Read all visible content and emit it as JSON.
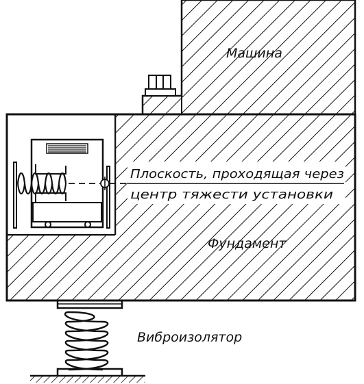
{
  "labels": {
    "machine": "Машина",
    "foundation": "Фундамент",
    "isolator": "Виброизолятор",
    "plane_line1": "Плоскость, проходящая через",
    "plane_line2": "центр тяжести установки"
  },
  "colors": {
    "ink": "#111111",
    "background": "#ffffff"
  }
}
